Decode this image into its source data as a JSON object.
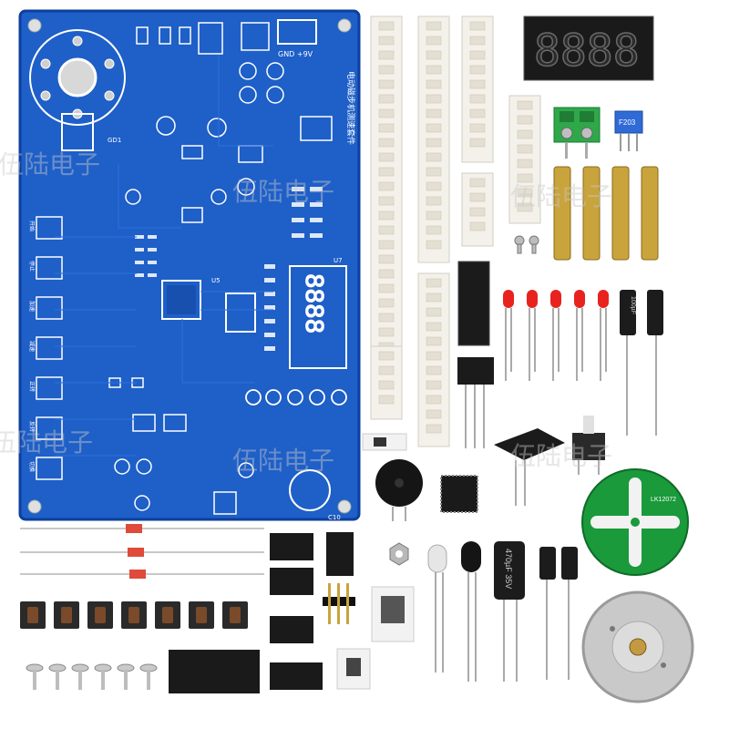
{
  "pcb": {
    "title_vertical": "电动磁步机测速套件",
    "module_u7": "U7",
    "power_label": "GND +9V",
    "chip_label": "U5",
    "display_text": "8888",
    "buttons": [
      "开始",
      "停止",
      "加速",
      "减速",
      "正转",
      "反转",
      "切换"
    ],
    "sensor_label": "GD1",
    "cap_label": "C10"
  },
  "parts": {
    "seven_segment": "8888",
    "trimmer_label": "F203",
    "electrolytic_large": "470µF 35V",
    "electrolytic_small_label": "100µF",
    "disc_label": "LK12072"
  },
  "colors": {
    "pcb_blue": "#1e5fc8",
    "pcb_edge": "#0d3f9e",
    "led_red": "#e8231f",
    "green_pcb": "#1a9a3a"
  }
}
